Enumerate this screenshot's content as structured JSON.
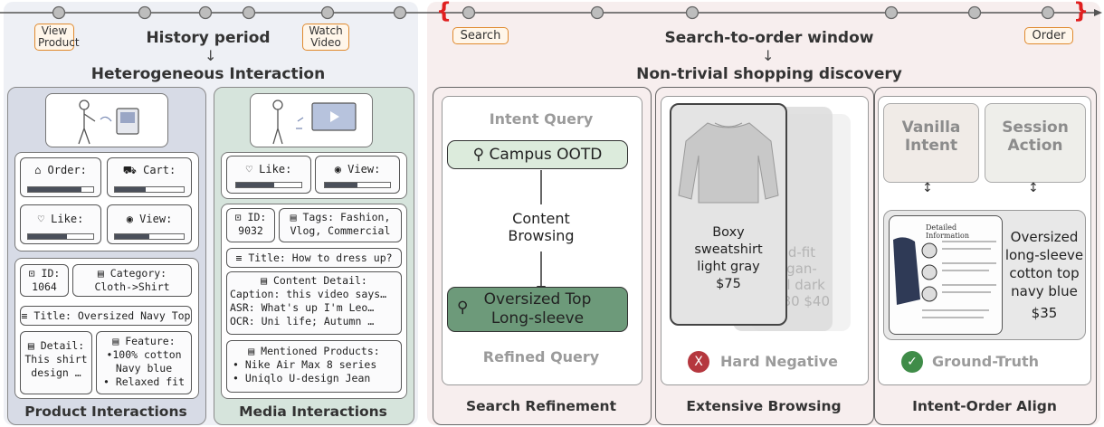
{
  "timeline": {
    "left_bracket": "{",
    "right_bracket": "}"
  },
  "history": {
    "tag_view_product": "View Product",
    "tag_watch_video": "Watch Video",
    "title": "History period",
    "subtitle": "Heterogeneous Interaction",
    "arrow": "↓"
  },
  "window": {
    "tag_search": "Search",
    "tag_order": "Order",
    "title": "Search-to-order window",
    "subtitle": "Non-trivial shopping discovery",
    "arrow": "↓"
  },
  "product": {
    "order_label": "Order:",
    "cart_label": "Cart:",
    "like_label": "Like:",
    "view_label": "View:",
    "order_level": 0.82,
    "cart_level": 0.45,
    "like_level": 0.6,
    "view_level": 0.5,
    "id_label": "ID:",
    "id_value": "1064",
    "category_label": "Category:",
    "category_value": "Cloth->Shirt",
    "title_line": "Title: Oversized Navy Top",
    "detail_label": "Detail:",
    "detail_l1": "This shirt",
    "detail_l2": "design …",
    "feature_label": "Feature:",
    "feature_1": "•100% cotton",
    "feature_2": "Navy blue",
    "feature_3": "• Relaxed fit",
    "footer": "Product Interactions"
  },
  "media": {
    "like_label": "Like:",
    "view_label": "View:",
    "like_level": 0.58,
    "view_level": 0.5,
    "id_label": "ID:",
    "id_value": "9032",
    "tags_l1": "Tags: Fashion,",
    "tags_l2": "Vlog, Commercial",
    "title_line": "Title: How to dress up?",
    "detail_head": "Content Detail:",
    "caption": "Caption: this video says…",
    "asr": "ASR: What's up I'm Leo…",
    "ocr": "OCR: Uni life; Autumn …",
    "mentioned_head": "Mentioned Products:",
    "mentioned_1": "•  Nike Air Max 8 series",
    "mentioned_2": "•  Uniqlo U-design Jean",
    "footer": "Media Interactions"
  },
  "refine": {
    "intent_title": "Intent Query",
    "intent_query": "Campus OOTD",
    "middle_l1": "Content",
    "middle_l2": "Browsing",
    "refined_l1": "Oversized Top",
    "refined_l2": "Long-sleeve",
    "refined_title": "Refined Query",
    "footer": "Search Refinement"
  },
  "browse": {
    "product_l1": "Boxy",
    "product_l2": "sweatshirt",
    "product_l3": "light gray",
    "price": "$75",
    "ghost_a": "d-fit",
    "ghost_b": "gan-",
    "ghost_c": "al  dark",
    "ghost_d": "$80 $40",
    "neg_mark": "X",
    "neg_label": "Hard Negative",
    "footer": "Extensive Browsing"
  },
  "align": {
    "vanilla_l1": "Vanilla",
    "vanilla_l2": "Intent",
    "session_l1": "Session",
    "session_l2": "Action",
    "detail_header": "Detailed Information",
    "gt_l1": "Oversized",
    "gt_l2": "long-sleeve",
    "gt_l3": "cotton top",
    "gt_l4": "navy blue",
    "gt_price": "$35",
    "gt_mark": "✓",
    "gt_label": "Ground-Truth",
    "footer": "Intent-Order Align"
  }
}
